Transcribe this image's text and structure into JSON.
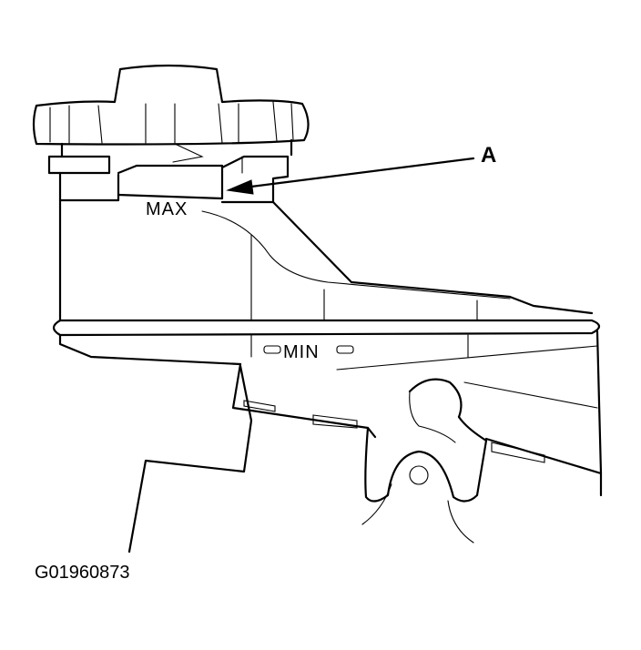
{
  "diagram": {
    "callout_label": "A",
    "max_mark": "MAX",
    "min_mark": "MIN",
    "figure_code": "G01960873"
  }
}
